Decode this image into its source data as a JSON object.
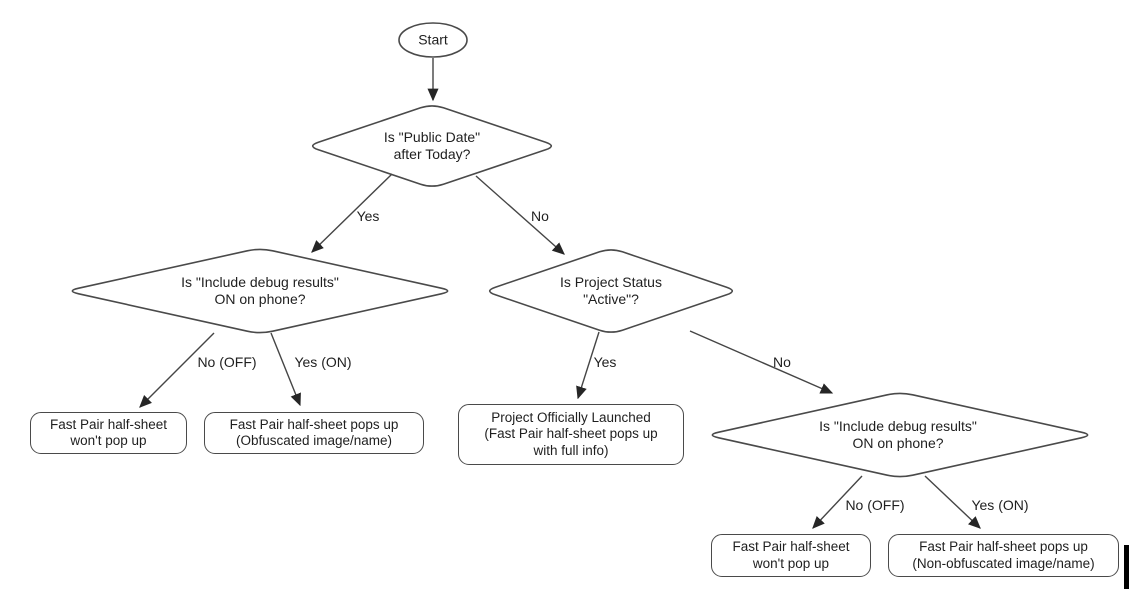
{
  "canvas": {
    "background": "#ffffff",
    "shape_stroke": "#4a4a4a",
    "text_color": "#1f1f1f"
  },
  "nodes": {
    "start": {
      "label": "Start"
    },
    "public_date": {
      "label": "Is \"Public Date\"\nafter Today?"
    },
    "debug_left": {
      "label": "Is \"Include debug results\"\nON on phone?"
    },
    "project_status": {
      "label": "Is Project Status\n\"Active\"?"
    },
    "debug_right": {
      "label": "Is \"Include debug results\"\nON on phone?"
    },
    "wont_popup_left": {
      "label": "Fast Pair half-sheet\nwon't pop up"
    },
    "obfuscated": {
      "label": "Fast Pair half-sheet pops up\n(Obfuscated image/name)"
    },
    "launched": {
      "label": "Project Officially Launched\n(Fast Pair half-sheet pops up\nwith full info)"
    },
    "wont_popup_right": {
      "label": "Fast Pair half-sheet\nwon't pop up"
    },
    "non_obfuscated": {
      "label": "Fast Pair half-sheet pops up\n(Non-obfuscated image/name)"
    }
  },
  "edge_labels": {
    "d1_yes": "Yes",
    "d1_no": "No",
    "d2_no_off": "No (OFF)",
    "d2_yes_on": "Yes (ON)",
    "d3_yes": "Yes",
    "d3_no": "No",
    "d4_no_off": "No (OFF)",
    "d4_yes_on": "Yes (ON)"
  }
}
